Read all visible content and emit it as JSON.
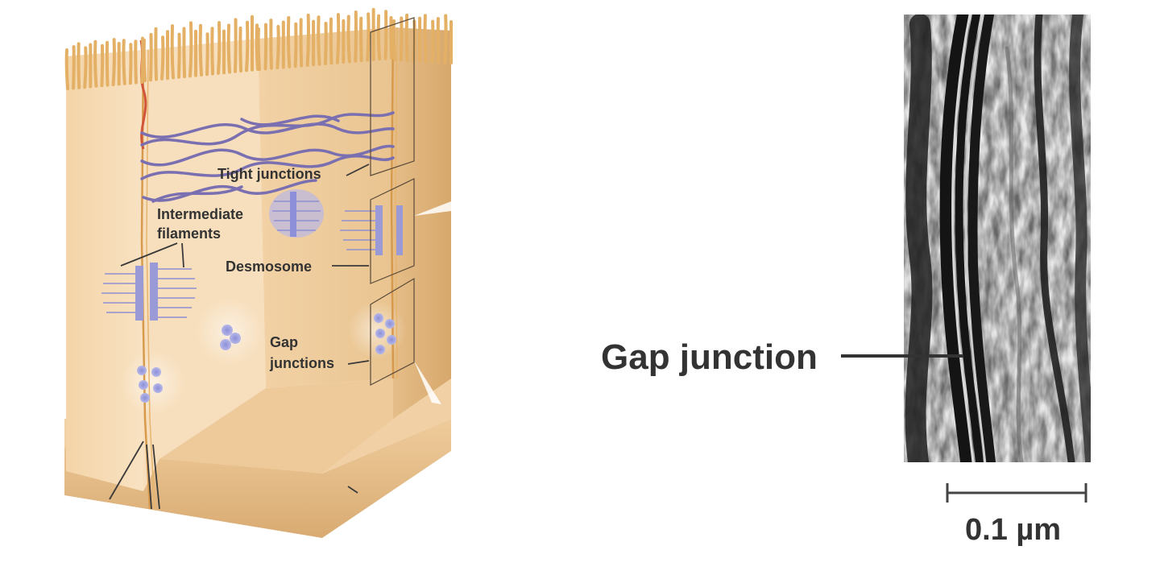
{
  "diagram": {
    "labels": {
      "tight_junctions": "Tight junctions",
      "intermediate_line1": "Intermediate",
      "intermediate_line2": "filaments",
      "desmosome": "Desmosome",
      "gap_line1": "Gap",
      "gap_line2": "junctions"
    }
  },
  "micrograph": {
    "callout": "Gap junction",
    "scale_bar": "0.1 µm"
  },
  "colors": {
    "cell_light": "#f6dcb8",
    "cell_mid": "#ecc796",
    "cell_dark": "#d9ab72",
    "microvilli": "#e3b066",
    "filament_purple": "#7a6fb0",
    "protein_blue": "#9a9ad6",
    "label_text": "#333333"
  }
}
